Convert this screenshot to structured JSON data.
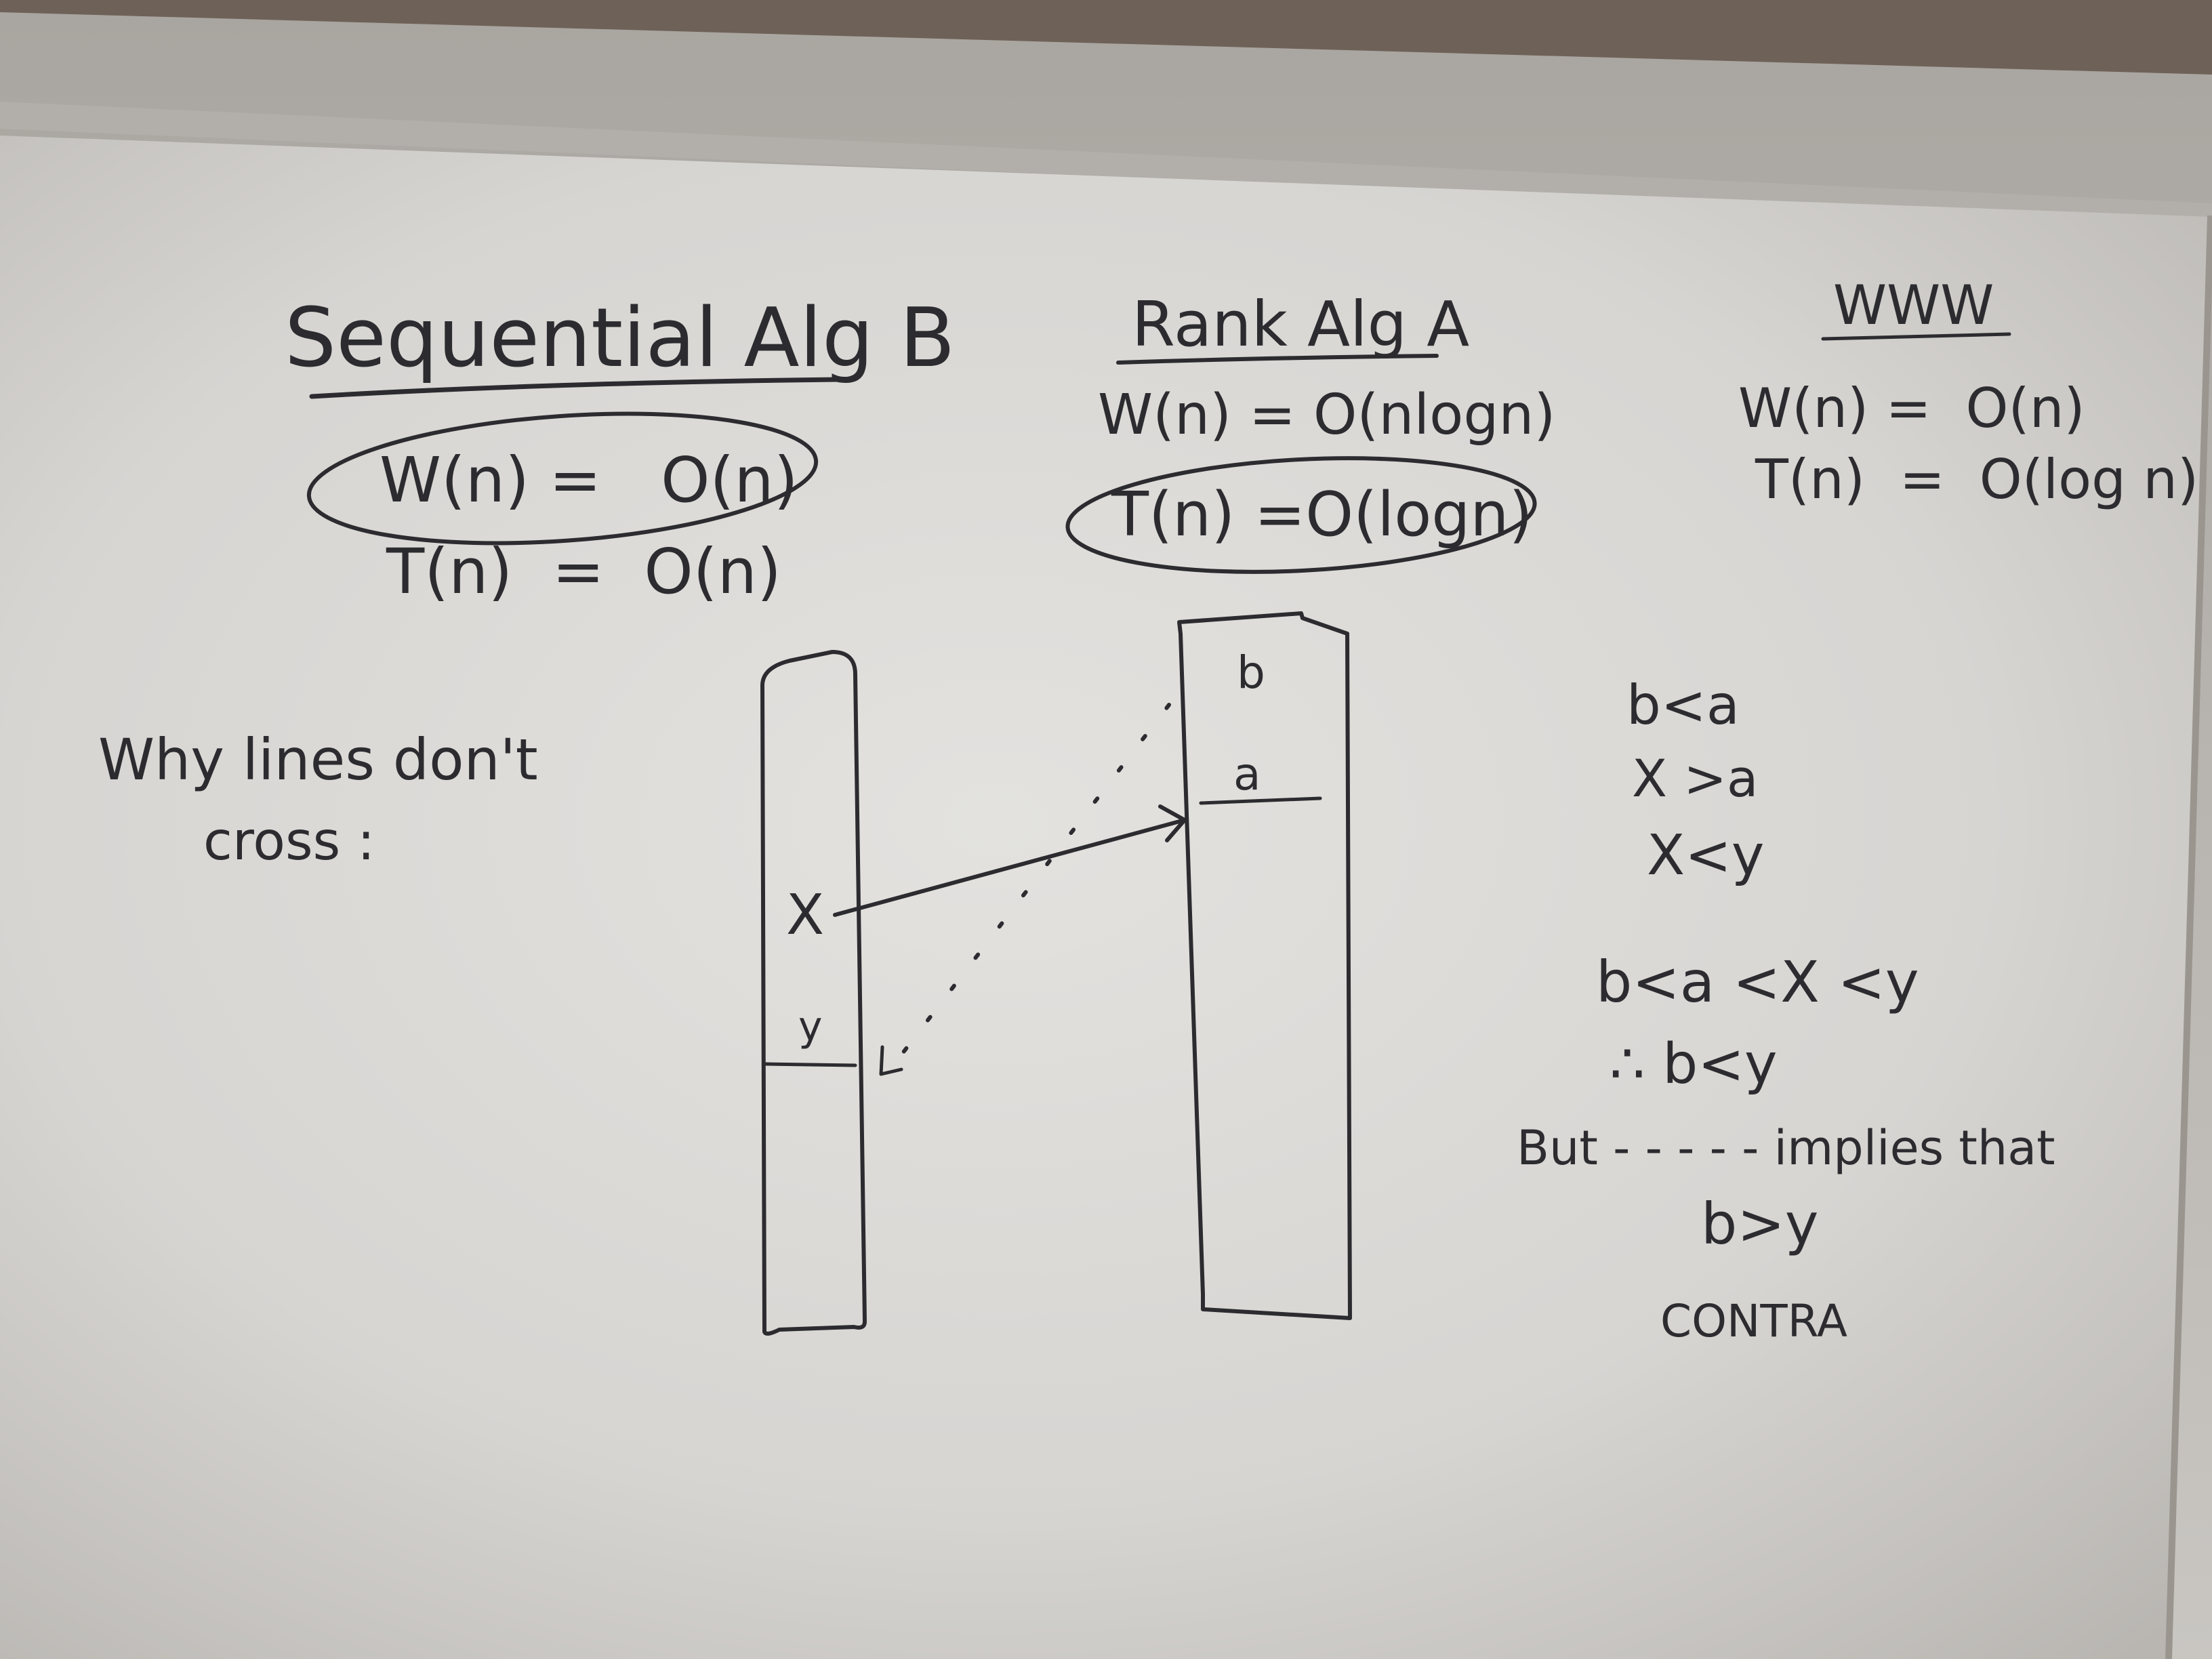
{
  "board": {
    "columns": [
      {
        "heading": "Sequential Alg B",
        "lines": [
          "W(n) =   O(n)",
          "T(n)  =  O(n)"
        ],
        "circled_index": 0
      },
      {
        "heading": "Rank Alg A",
        "lines": [
          "W(n) = O(nlogn)",
          "T(n) =O(logn)"
        ],
        "circled_index": 1
      },
      {
        "heading": "WWW",
        "lines": [
          "W(n) =  O(n)",
          "T(n)  =  O(log n)"
        ]
      }
    ],
    "question": [
      "Why lines don't",
      "cross :"
    ],
    "left_array": {
      "labels": [
        "X",
        "y"
      ]
    },
    "right_array": {
      "labels": [
        "b",
        "a"
      ]
    },
    "proof": {
      "facts": [
        "b<a",
        "X >a",
        "X<y"
      ],
      "chain": "b<a <X <y",
      "therefore": "∴ b<y",
      "but": "But - - - - - implies that",
      "result": "b>y",
      "conclusion": "CONTRA"
    }
  },
  "colors": {
    "board": "#d6d4d1",
    "board_light": "#e2e1de",
    "frame": "#9f9b96",
    "wall": "#6e6258",
    "ink": "#2c2c30"
  }
}
